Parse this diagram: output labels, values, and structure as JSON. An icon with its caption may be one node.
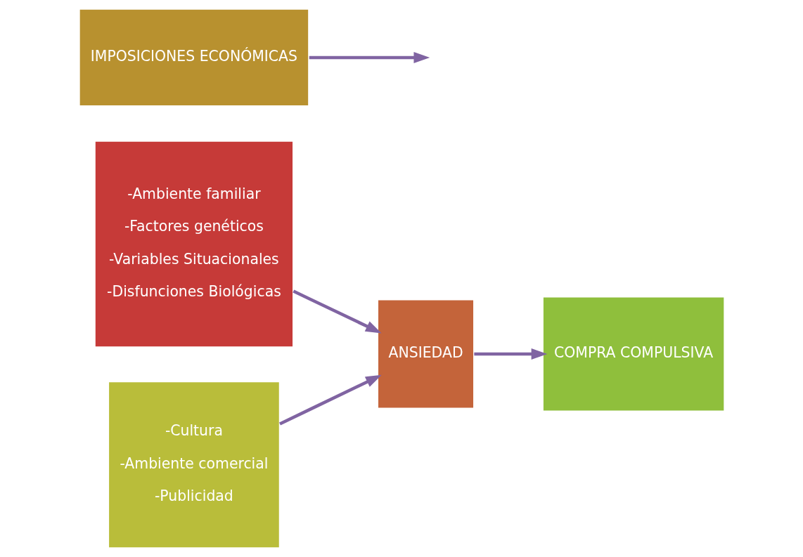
{
  "diagram": {
    "nodes": [
      {
        "text": [
          "-Ambiente familiar",
          "-Factores genéticos",
          "-Variables Situacionales",
          "-Disfunciones Biológicas"
        ]
      },
      {
        "text": [
          "IMPOSICIONES ECONÓMICAS"
        ]
      },
      {
        "text": [
          "ANSIEDAD"
        ]
      },
      {
        "text": [
          "COMPRA COMPULSIVA"
        ]
      },
      {
        "text": [
          "-Cultura",
          "-Ambiente comercial",
          "-Publicidad"
        ]
      }
    ],
    "edges": [
      {
        "from": 0,
        "to": 2,
        "arrow": "to"
      },
      {
        "from": 4,
        "to": 2,
        "arrow": "to"
      },
      {
        "from": 2,
        "to": 3,
        "arrow": "to"
      },
      {
        "from": 1,
        "to": null,
        "arrow": "to"
      }
    ]
  }
}
